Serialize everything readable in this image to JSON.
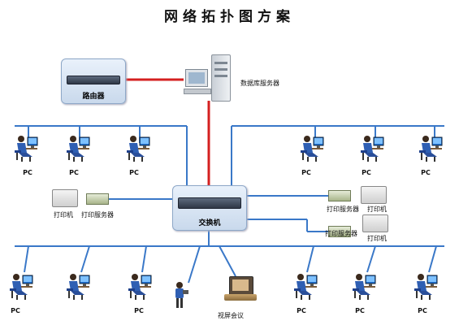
{
  "title": "网络拓扑图方案",
  "devices": {
    "router": "路由器",
    "db_server": "数据库服务器",
    "switch": "交换机",
    "printer": "打印机",
    "print_server": "打印服务器",
    "video_conf": "视屏会议"
  },
  "pc_label": "PC",
  "colors": {
    "lan_line": "#3a78c8",
    "wan_line": "#d42020",
    "device_fill": "#d3e0ef"
  },
  "icons": [
    "router-icon",
    "server-icon",
    "switch-icon",
    "user-workstation-icon",
    "printer-icon",
    "print-server-icon",
    "camera-icon",
    "video-conference-icon"
  ]
}
